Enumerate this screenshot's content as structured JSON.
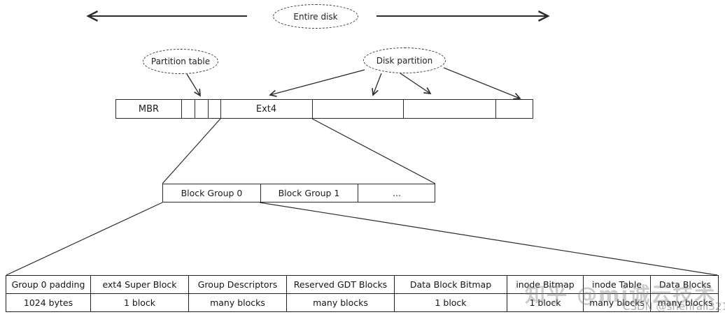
{
  "annotations": {
    "entire_disk": "Entire disk",
    "partition_table": "Partition table",
    "disk_partition": "Disk partition"
  },
  "disk_bar": {
    "mbr": "MBR",
    "ext4": "Ext4"
  },
  "block_group_bar": {
    "cells": [
      "Block Group 0",
      "Block Group 1",
      "..."
    ]
  },
  "layout_table": {
    "headers": [
      "Group 0 padding",
      "ext4 Super Block",
      "Group Descriptors",
      "Reserved GDT Blocks",
      "Data Block Bitmap",
      "inode Bitmap",
      "inode Table",
      "Data Blocks"
    ],
    "sizes": [
      "1024 bytes",
      "1 block",
      "many blocks",
      "many blocks",
      "1 block",
      "1 block",
      "many blocks",
      "many blocks"
    ]
  },
  "watermarks": {
    "zhihu": "知乎 @mj诚云技术",
    "csdn": "CSDN @shenrail321"
  },
  "colors": {
    "line": "#2b2b2b",
    "background": "#ffffff",
    "watermark": "#a8a8a8"
  }
}
